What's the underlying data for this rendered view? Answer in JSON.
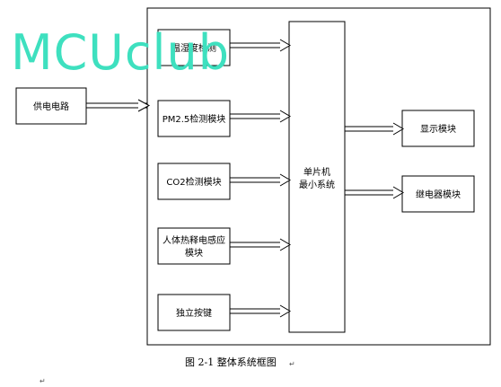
{
  "watermark": "MCUclub",
  "blocks": {
    "power_supply": "供电电路",
    "temp_humidity": "温湿度检测",
    "pm25": "PM2.5检测模块",
    "co2": "CO2检测模块",
    "pir_line1": "人体热释电感应",
    "pir_line2": "模块",
    "button": "独立按键",
    "mcu_line1": "单片机",
    "mcu_line2": "最小系统",
    "display": "显示模块",
    "relay": "继电器模块"
  },
  "caption": "图 2-1  整体系统框图",
  "paragraph_marks": [
    "↵",
    "↵"
  ]
}
